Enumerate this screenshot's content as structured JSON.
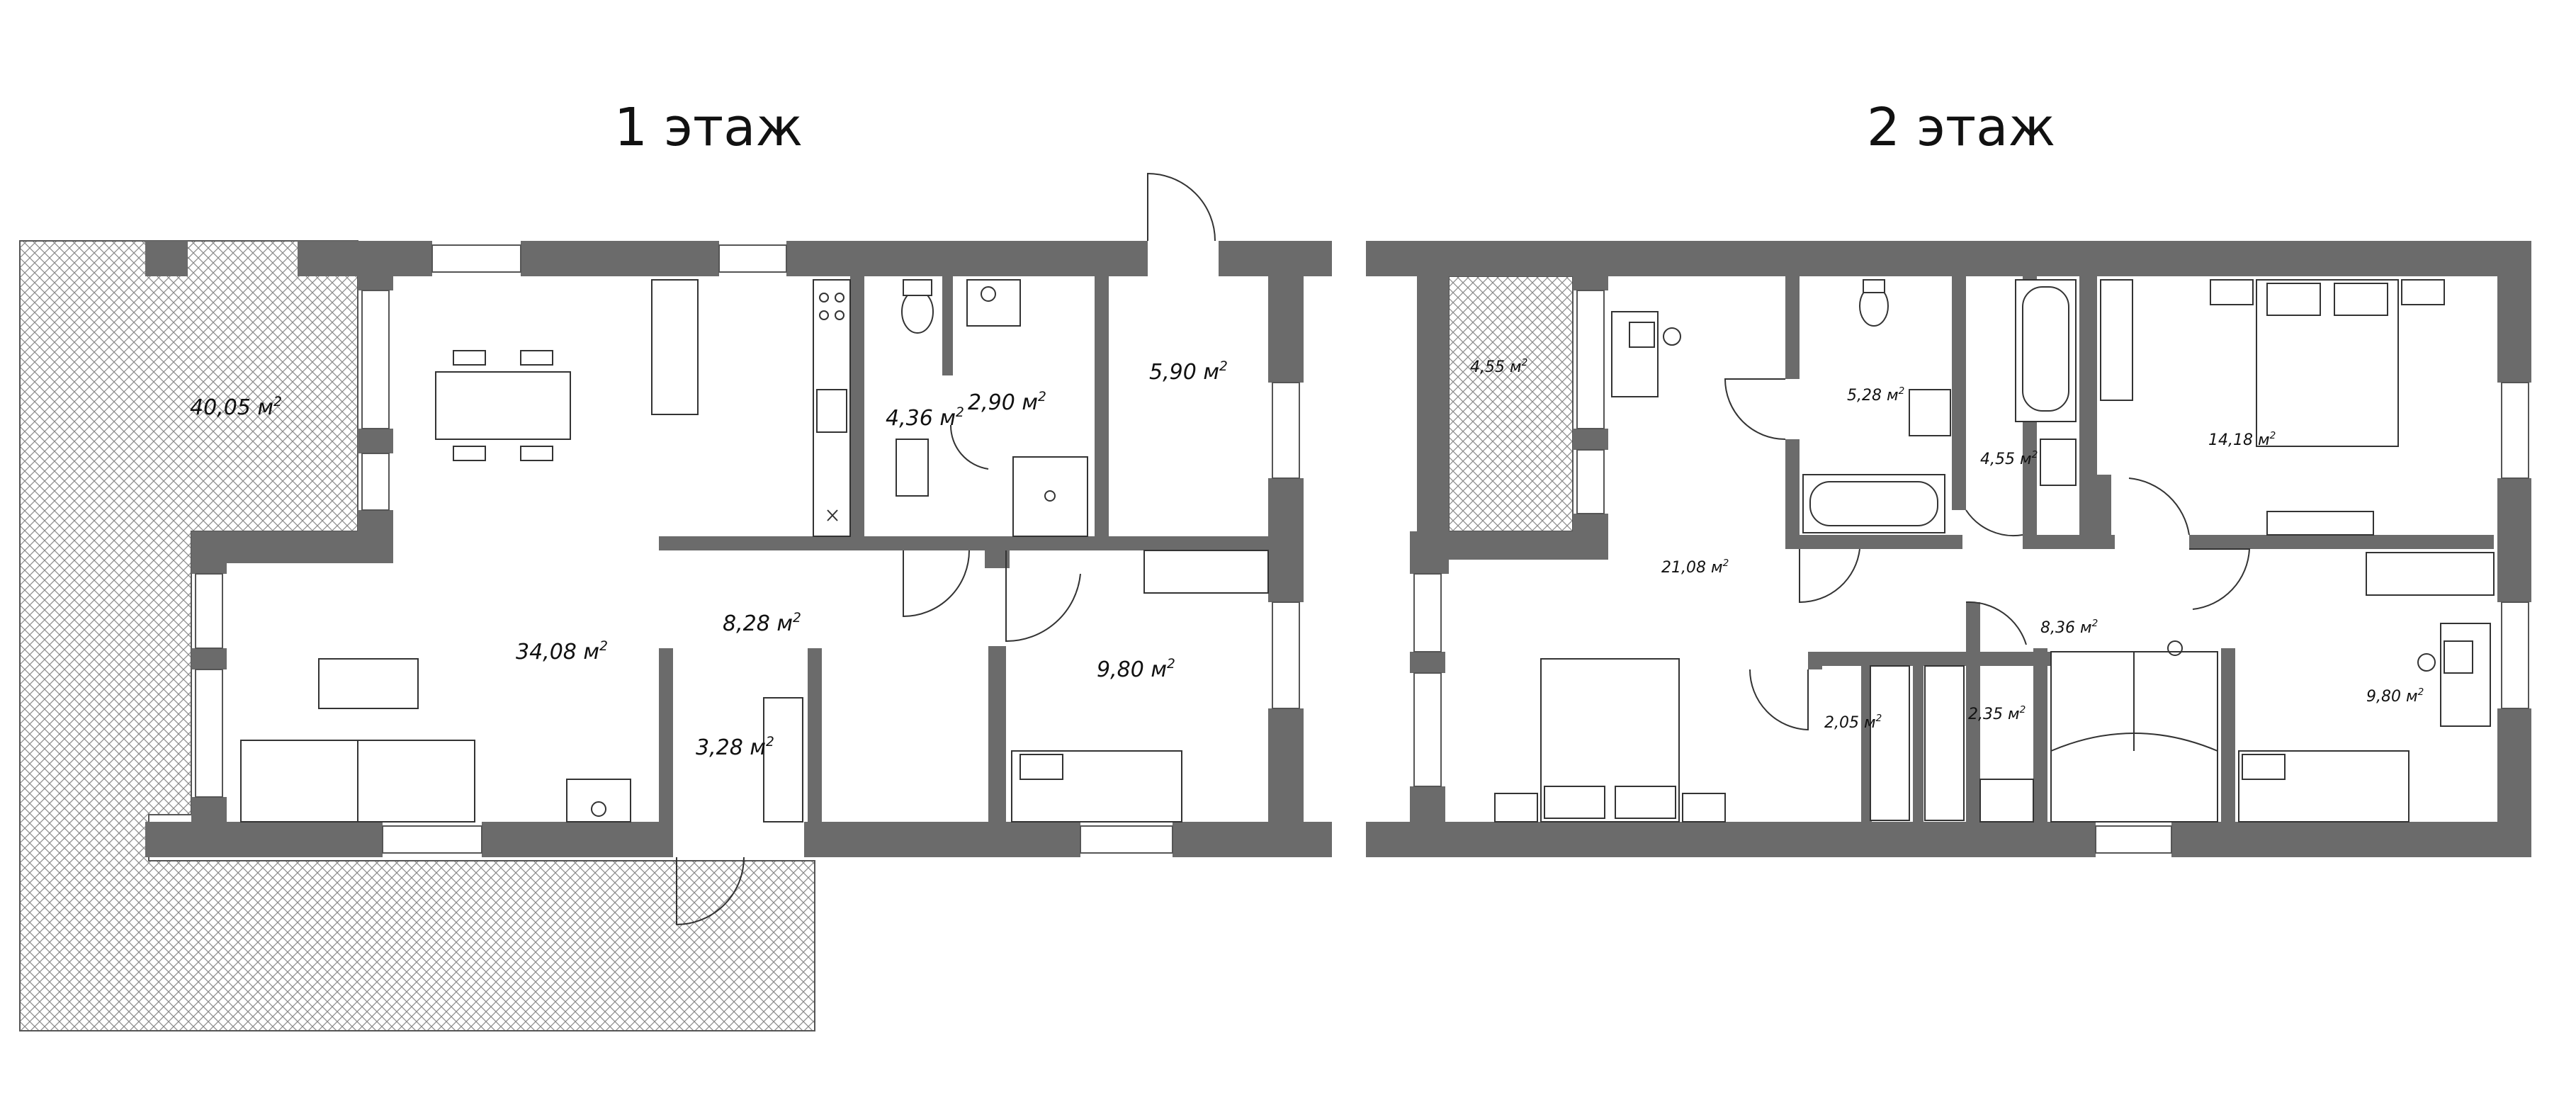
{
  "floors": [
    {
      "title": "1  этаж",
      "rooms": [
        {
          "label": "40,05 м",
          "sup": "2"
        },
        {
          "label": "34,08 м",
          "sup": "2"
        },
        {
          "label": "8,28 м",
          "sup": "2"
        },
        {
          "label": "4,36 м",
          "sup": "2"
        },
        {
          "label": "2,90 м",
          "sup": "2"
        },
        {
          "label": "5,90 м",
          "sup": "2"
        },
        {
          "label": "9,80 м",
          "sup": "2"
        },
        {
          "label": "3,28 м",
          "sup": "2"
        }
      ]
    },
    {
      "title": "2 этаж",
      "rooms": [
        {
          "label": "4,55 м",
          "sup": "2"
        },
        {
          "label": "5,28 м",
          "sup": "2"
        },
        {
          "label": "4,55 м",
          "sup": "2"
        },
        {
          "label": "14,18 м",
          "sup": "2"
        },
        {
          "label": "21,08 м",
          "sup": "2"
        },
        {
          "label": "8,36 м",
          "sup": "2"
        },
        {
          "label": "2,05 м",
          "sup": "2"
        },
        {
          "label": "2,35 м",
          "sup": "2"
        },
        {
          "label": "9,80 м",
          "sup": "2"
        }
      ]
    }
  ],
  "colors": {
    "wall": "#6b6b6b",
    "hatch": "#8a8a8a",
    "background": "#ffffff"
  }
}
